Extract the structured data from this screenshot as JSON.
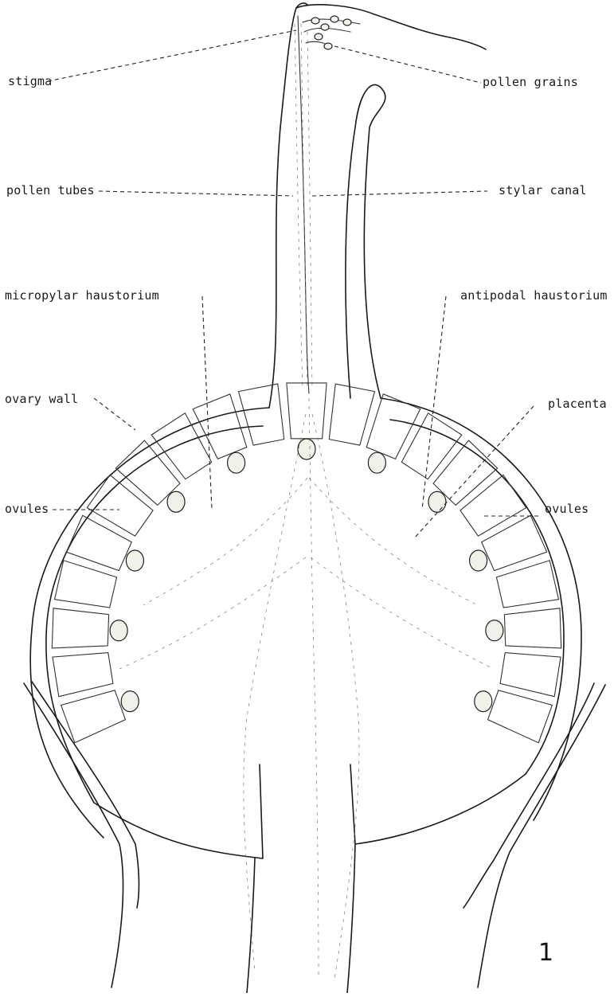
{
  "labels": {
    "stigma": "stigma",
    "pollen_grains": "pollen grains",
    "pollen_tubes": "pollen tubes",
    "stylar_canal": "stylar canal",
    "micropylar_haustorium": "micropylar haustorium",
    "antipodal_haustorium": "antipodal haustorium",
    "ovary_wall": "ovary wall",
    "placenta": "placenta",
    "ovules_left": "ovules",
    "ovules_right": "ovules"
  },
  "figure_number": "1"
}
